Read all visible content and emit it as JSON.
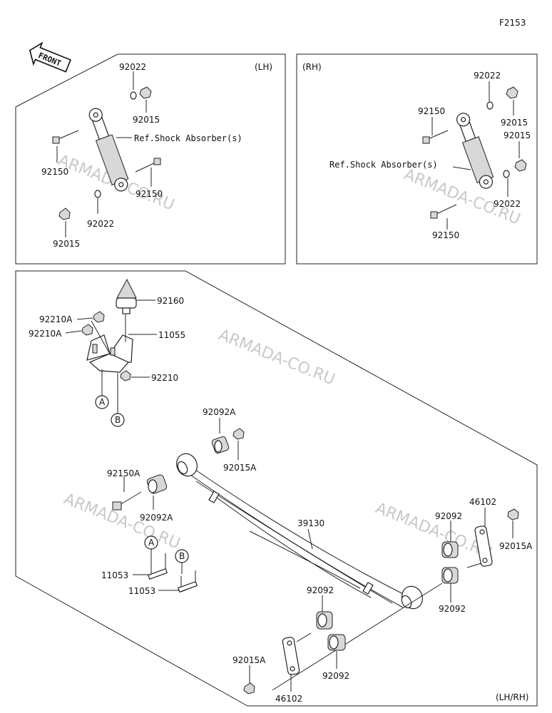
{
  "figure_code": "F2153",
  "front_label": "FRONT",
  "watermark": "ARMADA-CO.RU",
  "panel_lh": {
    "side": "(LH)",
    "ref_text": "Ref.Shock Absorber(s)",
    "labels": [
      "92022",
      "92015",
      "92150",
      "92150",
      "92022",
      "92015"
    ]
  },
  "panel_rh": {
    "side": "(RH)",
    "ref_text": "Ref.Shock Absorber(s)",
    "labels": [
      "92022",
      "92150",
      "92015",
      "92015",
      "92022",
      "92150"
    ]
  },
  "panel_main": {
    "side": "(LH/RH)",
    "labels": [
      "92160",
      "92210A",
      "92210A",
      "11055",
      "92210",
      "92092A",
      "92015A",
      "92150A",
      "92092A",
      "39130",
      "46102",
      "92092",
      "92015A",
      "11053",
      "11053",
      "92092",
      "92092",
      "92015A",
      "46102",
      "92092"
    ],
    "callouts": [
      "A",
      "B",
      "A",
      "B"
    ]
  }
}
